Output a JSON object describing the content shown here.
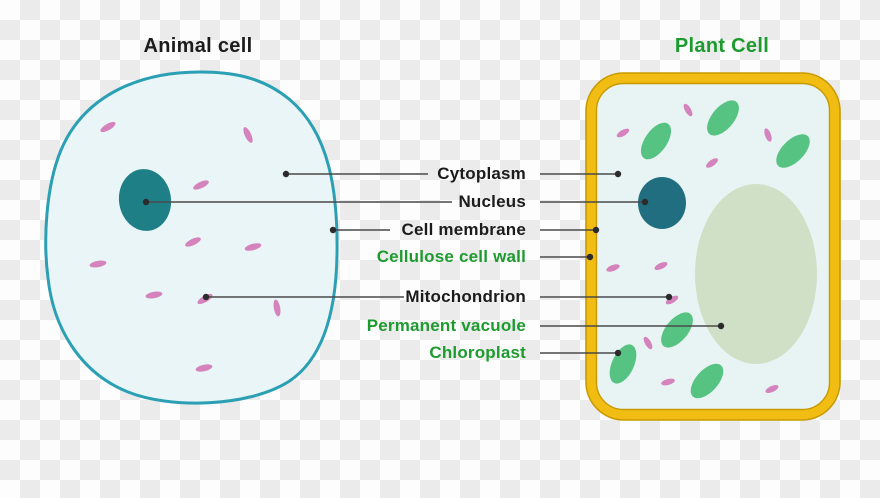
{
  "titles": {
    "animal": "Animal cell",
    "plant": "Plant Cell"
  },
  "labels": [
    {
      "text": "Cytoplasm",
      "color": "black"
    },
    {
      "text": "Nucleus",
      "color": "black"
    },
    {
      "text": "Cell membrane",
      "color": "black"
    },
    {
      "text": "Cellulose cell wall",
      "color": "green"
    },
    {
      "text": "Mitochondrion",
      "color": "black"
    },
    {
      "text": "Permanent vacuole",
      "color": "green"
    },
    {
      "text": "Chloroplast",
      "color": "green"
    }
  ],
  "colors": {
    "checker-light": "#fdfdfd",
    "checker-dark": "#ebebeb",
    "animal-membrane": "#2b9fb3",
    "animal-cytoplasm": "#e9f5f7",
    "animal-nucleus": "#1f7f87",
    "plant-nucleus": "#206e80",
    "mitochondrion-pink": "#d583bd",
    "wall-gold": "#f1bd13",
    "wall-gold-dark": "#c99a00",
    "plant-cytoplasm": "#e7f4f3",
    "chloroplast-green": "#57c383",
    "vacuole-green": "#cfe0c6",
    "label-black": "#1c1c1c",
    "label-green": "#1d9b2f",
    "line-gray": "#4a4a4a",
    "dot-dark": "#2b2b2b"
  }
}
